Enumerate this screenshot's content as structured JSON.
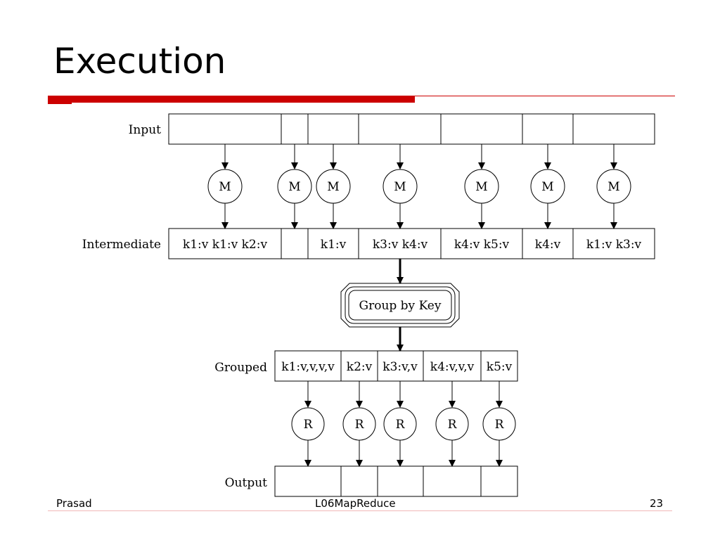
{
  "title": "Execution",
  "diagram": {
    "row_labels": {
      "input": "Input",
      "intermediate": "Intermediate",
      "grouped": "Grouped",
      "output": "Output"
    },
    "mapper_label": "M",
    "reducer_label": "R",
    "intermediate_cells": [
      "k1:v k1:v k2:v",
      "",
      "k1:v",
      "k3:v k4:v",
      "k4:v k5:v",
      "k4:v",
      "k1:v k3:v"
    ],
    "group_step": "Group by Key",
    "grouped_cells": [
      "k1:v,v,v,v",
      "k2:v",
      "k3:v,v",
      "k4:v,v,v",
      "k5:v"
    ]
  },
  "footer": {
    "author": "Prasad",
    "course": "L06MapReduce",
    "page": "23"
  }
}
